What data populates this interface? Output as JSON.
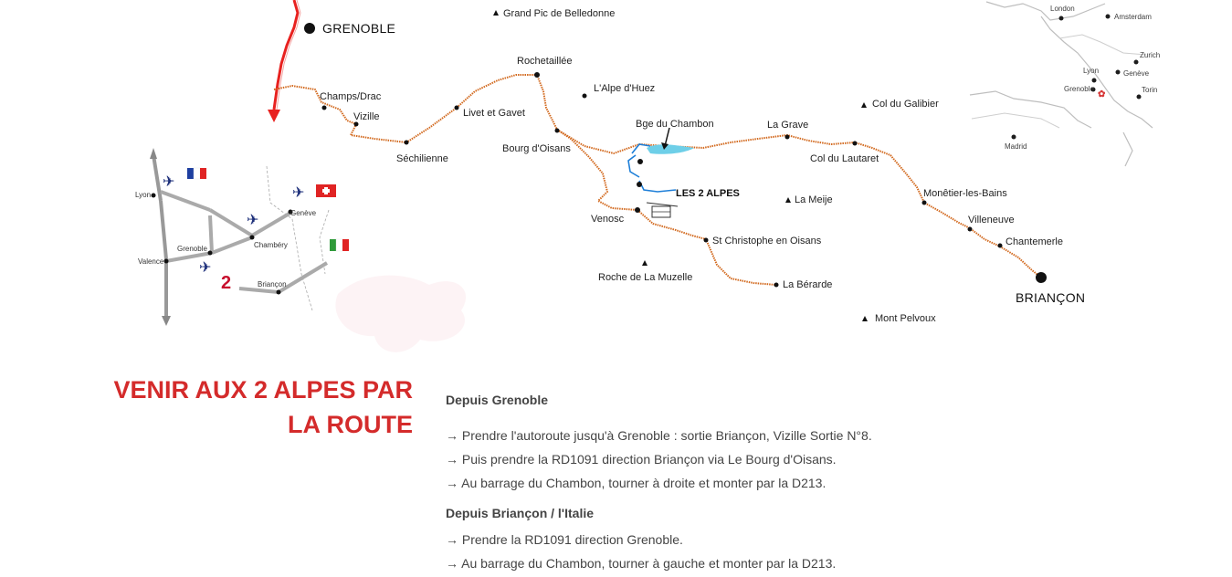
{
  "map": {
    "arrival_arrow_color": "#e8211f",
    "route_color": "#d2691e",
    "water_color": "#1e7fd8",
    "places": {
      "grenoble": "GRENOBLE",
      "grand_pic": "Grand Pic de Belledonne",
      "rochetaillee": "Rochetaillée",
      "alpe_huez": "L'Alpe d'Huez",
      "champs_drac": "Champs/Drac",
      "vizille": "Vizille",
      "livet_gavet": "Livet et Gavet",
      "sechilienne": "Séchilienne",
      "bourg_oisans": "Bourg d'Oisans",
      "bge_chambon": "Bge du Chambon",
      "la_grave": "La Grave",
      "col_galibier": "Col du Galibier",
      "col_lautaret": "Col du Lautaret",
      "les2alpes": "LES 2 ALPES",
      "la_meije": "La Meije",
      "venosc": "Venosc",
      "st_christophe": "St Christophe en Oisans",
      "roche_muzelle": "Roche de La Muzelle",
      "la_berarde": "La Bérarde",
      "monetier": "Monêtier-les-Bains",
      "villeneuve": "Villeneuve",
      "chantemerle": "Chantemerle",
      "briancon": "BRIANÇON",
      "mont_pelvoux": "Mont Pelvoux"
    },
    "inset_europe": {
      "london": "London",
      "amsterdam": "Amsterdam",
      "zurich": "Zurich",
      "lyon": "Lyon",
      "geneve": "Genève",
      "grenoble": "Grenoble",
      "torin": "Torin",
      "madrid": "Madrid"
    },
    "inset_region": {
      "lyon": "Lyon",
      "geneve": "Genève",
      "chambery": "Chambéry",
      "grenoble": "Grenoble",
      "valence": "Valence",
      "briancon": "Briançon"
    }
  },
  "section": {
    "title_line1": "VENIR AUX 2 ALPES PAR",
    "title_line2": "LA ROUTE",
    "title_color": "#d42b2b",
    "from_grenoble": {
      "heading": "Depuis Grenoble",
      "steps": [
        "→ Prendre l'autoroute jusqu'à Grenoble : sortie Briançon, Vizille Sortie N°8.",
        "→ Puis prendre la RD1091 direction Briançon via Le Bourg d'Oisans.",
        "→ Au barrage du Chambon, tourner à droite et monter par la D213."
      ]
    },
    "from_briancon": {
      "heading": "Depuis Briançon / l'Italie",
      "steps": [
        "→ Prendre la RD1091 direction Grenoble.",
        "→ Au barrage du Chambon, tourner à gauche et monter par la D213."
      ]
    }
  }
}
